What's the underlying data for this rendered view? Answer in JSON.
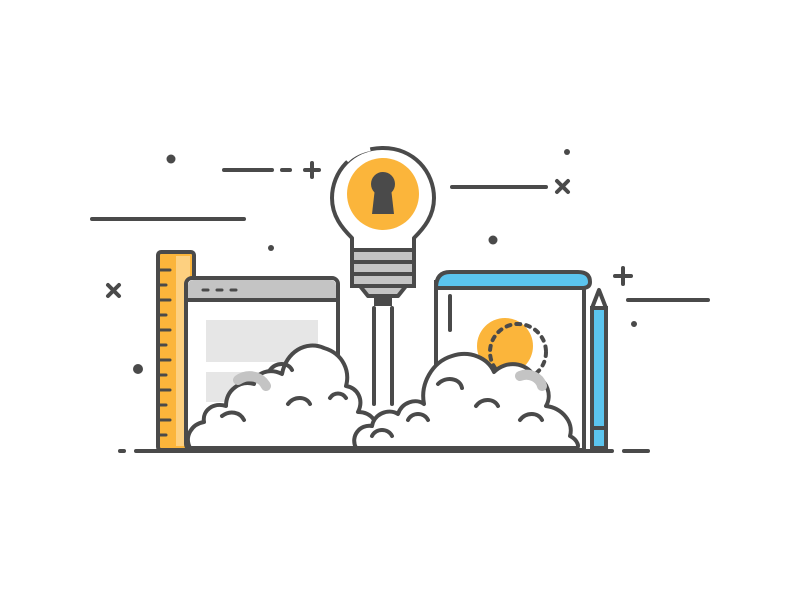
{
  "illustration": {
    "subject": "launch-idea",
    "colors": {
      "outline": "#4a4a4a",
      "accent_yellow": "#fbb53b",
      "accent_yellow_light": "#fdd080",
      "accent_blue": "#5bc4ee",
      "panel_gray": "#c4c4c4",
      "placeholder_gray": "#e6e6e6",
      "background": "#ffffff"
    },
    "elements": [
      "lightbulb-icon",
      "keyhole-icon",
      "ruler-icon",
      "browser-window",
      "sketch-canvas",
      "sun-icon",
      "pencil-icon",
      "cloud-smoke",
      "sparkle-cross",
      "dot"
    ]
  }
}
